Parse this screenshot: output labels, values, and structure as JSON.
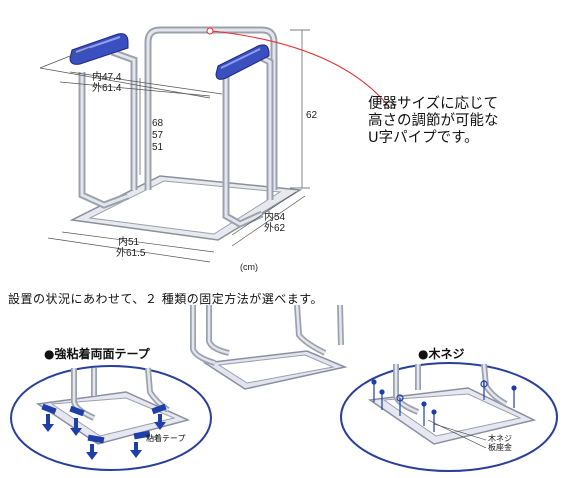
{
  "dimensions": {
    "inner_width": "内47.4",
    "outer_width": "外61.4",
    "seat_heights": [
      "68",
      "57",
      "51"
    ],
    "total_height": "62",
    "base_inner_width": "内51",
    "base_outer_width": "外61.5",
    "depth_inner": "内54",
    "depth_outer": "外62",
    "unit": "(cm)"
  },
  "callout": {
    "lines": [
      "便器サイズに応じて",
      "高さの調節が可能な",
      "U字パイプです。"
    ]
  },
  "caption": "設置の状況にあわせて、２ 種類の固定方法が選べます。",
  "method_tape": {
    "title": "●強粘着両面テープ",
    "label": "粘着テープ"
  },
  "method_screw": {
    "title": "●木ネジ",
    "label_lines": [
      "木ネジ",
      "板座金"
    ]
  },
  "colors": {
    "grip": "#3a4fc0",
    "frame": "#b9bec8",
    "callout_line": "#e53030",
    "bubble": "#2a3f9a",
    "arrow": "#1e3fa8"
  }
}
